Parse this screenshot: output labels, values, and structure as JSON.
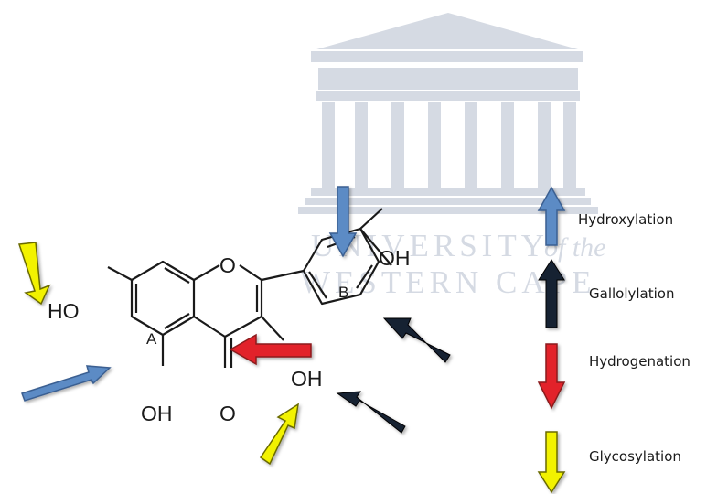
{
  "watermark": {
    "line1": "UNIVERSITY",
    "line1b": "of the",
    "line2": "WESTERN CAPE"
  },
  "molecule": {
    "ring_a": "A",
    "ring_b": "B",
    "atoms": {
      "ho_left": "HO",
      "oh_bottom": "OH",
      "o_carbonyl": "O",
      "o_ring": "O",
      "oh_3": "OH",
      "oh_top": "OH"
    }
  },
  "legend": {
    "hydroxylation": "Hydroxylation",
    "gallolylation": "Gallolylation",
    "hydrogenation": "Hydrogenation",
    "glycosylation": "Glycosylation"
  },
  "colors": {
    "hydroxylation": "#5b8bc5",
    "gallolylation": "#152033",
    "hydrogenation": "#e2232b",
    "glycosylation": "#f2f200",
    "watermark": "#d5dae3"
  }
}
